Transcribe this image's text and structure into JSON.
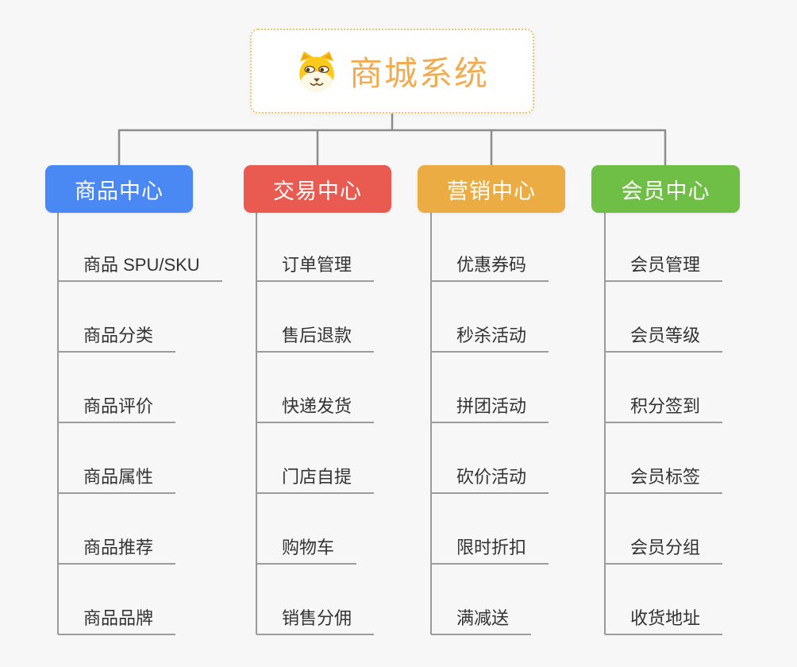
{
  "root": {
    "title": "商城系统",
    "icon": "shiba-dog-icon"
  },
  "branches": [
    {
      "label": "商品中心",
      "color": "#4a89f3",
      "children": [
        "商品 SPU/SKU",
        "商品分类",
        "商品评价",
        "商品属性",
        "商品推荐",
        "商品品牌"
      ]
    },
    {
      "label": "交易中心",
      "color": "#e95b50",
      "children": [
        "订单管理",
        "售后退款",
        "快递发货",
        "门店自提",
        "购物车",
        "销售分佣"
      ]
    },
    {
      "label": "营销中心",
      "color": "#ecac44",
      "children": [
        "优惠券码",
        "秒杀活动",
        "拼团活动",
        "砍价活动",
        "限时折扣",
        "满减送"
      ]
    },
    {
      "label": "会员中心",
      "color": "#6fbe45",
      "children": [
        "会员管理",
        "会员等级",
        "积分签到",
        "会员标签",
        "会员分组",
        "收货地址"
      ]
    }
  ],
  "colors": {
    "background": "#f7f7f7",
    "root_border": "#f6c269",
    "root_text": "#f2ac4f",
    "connector_line": "#8d8d8d",
    "trunk_line": "#9a9a9a",
    "underline": "#9c9c9c",
    "child_text": "#333333"
  }
}
